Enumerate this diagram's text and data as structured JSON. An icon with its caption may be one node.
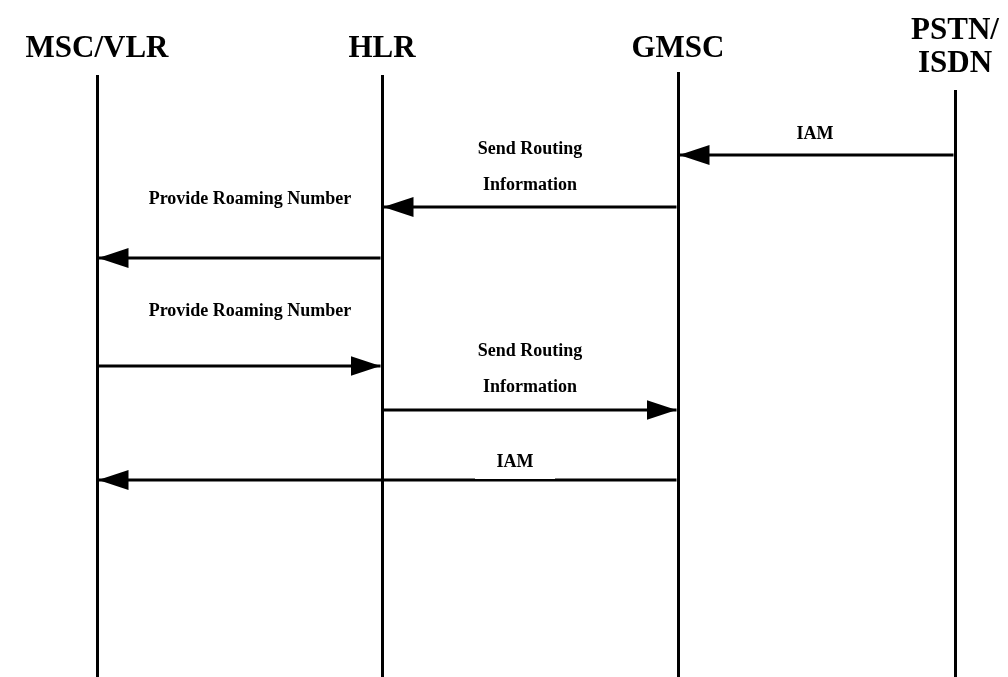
{
  "diagram": {
    "nodes": [
      {
        "text": [
          "MSC/VLR"
        ]
      },
      {
        "text": [
          "HLR"
        ]
      },
      {
        "text": [
          "GMSC"
        ]
      },
      {
        "text": [
          "PSTN/ ISDN"
        ]
      }
    ],
    "edges": [
      {
        "from": 3,
        "to": 2,
        "arrow": "to",
        "label": "IAM"
      },
      {
        "from": 2,
        "to": 1,
        "arrow": "to",
        "label": "Send Routing Information"
      },
      {
        "from": 1,
        "to": 0,
        "arrow": "to",
        "label": "Provide Roaming Number"
      },
      {
        "from": 0,
        "to": 1,
        "arrow": "to",
        "label": "Provide Roaming Number"
      },
      {
        "from": 1,
        "to": 2,
        "arrow": "to",
        "label": "Send Routing Information"
      },
      {
        "from": 2,
        "to": 0,
        "arrow": "to",
        "label": "IAM"
      }
    ]
  }
}
